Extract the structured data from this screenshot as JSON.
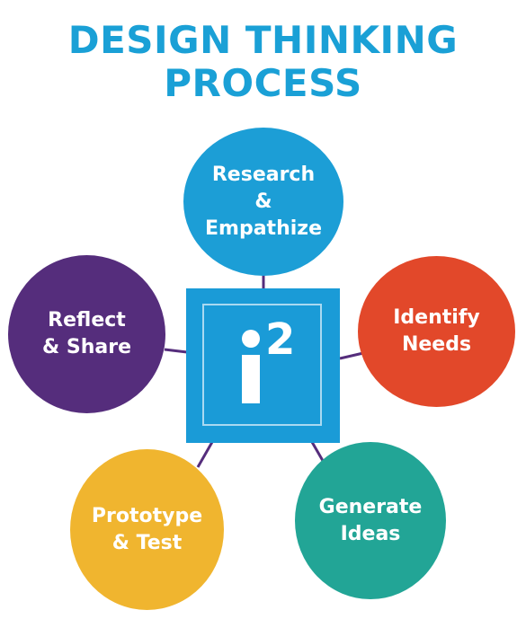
{
  "title": {
    "line1": "DESIGN THINKING",
    "line2": "PROCESS"
  },
  "center_logo": {
    "letter": "i",
    "superscript": "2"
  },
  "nodes": {
    "research": {
      "lines": [
        "Research",
        "&",
        "Empathize"
      ],
      "color": "#1c9ed6"
    },
    "identify": {
      "lines": [
        "Identify",
        "Needs"
      ],
      "color": "#e2482a"
    },
    "generate": {
      "lines": [
        "Generate",
        "Ideas"
      ],
      "color": "#22a596"
    },
    "prototype": {
      "lines": [
        "Prototype",
        "& Test"
      ],
      "color": "#f0b52f"
    },
    "reflect": {
      "lines": [
        "Reflect",
        "& Share"
      ],
      "color": "#552d7c"
    }
  },
  "colors": {
    "title": "#1aa0d6",
    "logo_box": "#1a9bd7",
    "connector": "#552d7c"
  }
}
